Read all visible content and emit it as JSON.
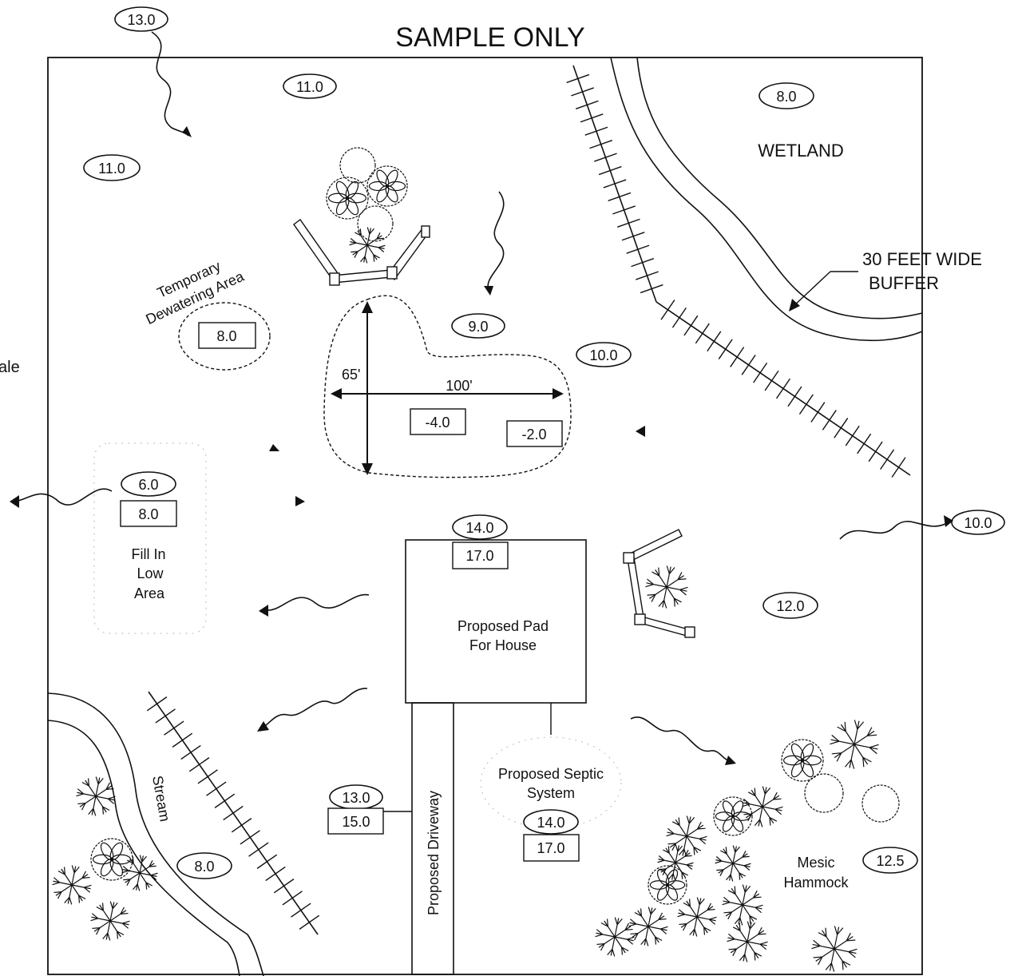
{
  "title": "SAMPLE ONLY",
  "cut_label": "ale",
  "wetland": {
    "label": "WETLAND",
    "elevation": "8.0"
  },
  "buffer_label": {
    "line1": "30 FEET WIDE",
    "line2": "BUFFER"
  },
  "dewatering": {
    "line1": "Temporary",
    "line2": "Dewatering Area",
    "elevation": "8.0"
  },
  "pond": {
    "dim_vertical": "65'",
    "dim_horizontal": "100'",
    "depth_left": "-4.0",
    "depth_right": "-2.0"
  },
  "fill": {
    "line1": "Fill In",
    "line2": "Low",
    "line3": "Area",
    "existing": "6.0",
    "proposed": "8.0"
  },
  "pad": {
    "line1": "Proposed Pad",
    "line2": "For House",
    "existing": "14.0",
    "proposed": "17.0"
  },
  "driveway": {
    "label": "Proposed Driveway",
    "existing": "13.0",
    "proposed": "15.0"
  },
  "septic": {
    "line1": "Proposed Septic",
    "line2": "System",
    "existing": "14.0",
    "proposed": "17.0"
  },
  "stream": {
    "label": "Stream",
    "elevation": "8.0"
  },
  "hammock": {
    "line1": "Mesic",
    "line2": "Hammock",
    "elevation": "12.5"
  },
  "spot_elevations": {
    "top_left_outside": "13.0",
    "top_center": "11.0",
    "left_upper": "11.0",
    "center": "9.0",
    "center_right": "10.0",
    "right_outside": "10.0",
    "right_middle": "12.0"
  }
}
